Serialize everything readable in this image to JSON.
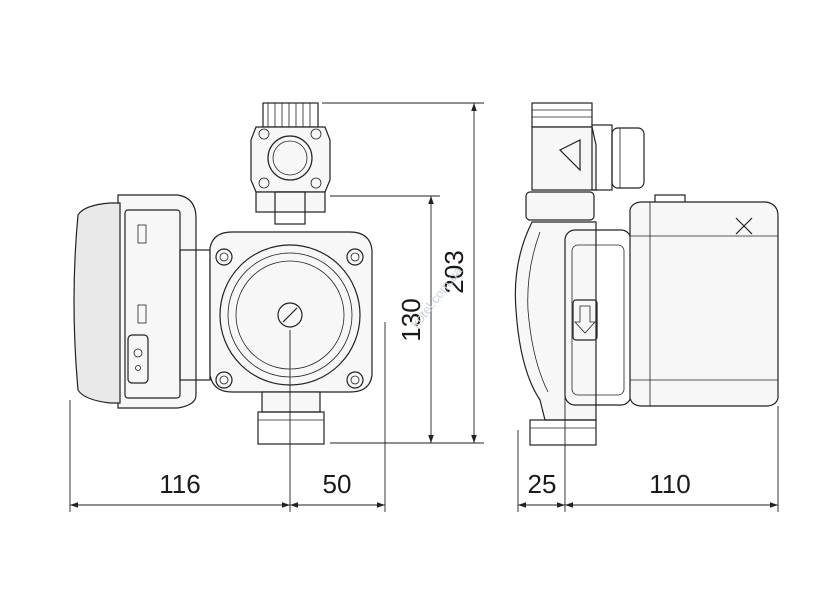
{
  "dimensions": {
    "front_width_left": "116",
    "front_width_right": "50",
    "height_to_axis": "130",
    "total_height": "203",
    "side_offset": "25",
    "side_depth": "110"
  },
  "watermark": "kotel.com.ua",
  "colors": {
    "line": "#222222",
    "background": "#ffffff",
    "watermark": "#c9d3de"
  },
  "icons": {
    "flow_arrow": "arrow-down-icon",
    "logo": "x-logo-icon"
  }
}
